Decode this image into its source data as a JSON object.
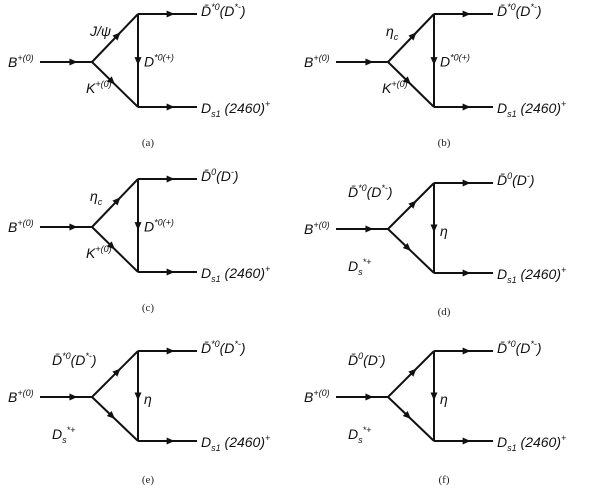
{
  "panels": [
    {
      "caption": "(a)",
      "left": "B^{+(0)}",
      "top_int": "J/ψ",
      "bot_int": "K^{+(0)}",
      "vertical": "D^{*0(+)}",
      "top_out": "D̄^{*0}(D^{*-})",
      "bot_out": "D_{s1} (2460)^{+}"
    },
    {
      "caption": "(b)",
      "left": "B^{+(0)}",
      "top_int": "η_{c}",
      "bot_int": "K^{+(0)}",
      "vertical": "D^{*0(+)}",
      "top_out": "D̄^{*0}(D^{*-})",
      "bot_out": "D_{s1} (2460)^{+}"
    },
    {
      "caption": "(c)",
      "left": "B^{+(0)}",
      "top_int": "η_{c}",
      "bot_int": "K^{+(0)}",
      "vertical": "D^{*0(+)}",
      "top_out": "D̄^{0}(D^{-})",
      "bot_out": "D_{s1} (2460)^{+}"
    },
    {
      "caption": "(d)",
      "left": "B^{+(0)}",
      "top_int": "D̄^{*0}(D^{*-})",
      "bot_int": "D_{s}^{*+}",
      "vertical": "η",
      "top_out": "D̄^{0}(D^{-})",
      "bot_out": "D_{s1} (2460)^{+}"
    },
    {
      "caption": "(e)",
      "left": "B^{+(0)}",
      "top_int": "D̄^{*0}(D^{*-})",
      "bot_int": "D_{s}^{*+}",
      "vertical": "η",
      "top_out": "D̄^{*0}(D^{*-})",
      "bot_out": "D_{s1} (2460)^{+}"
    },
    {
      "caption": "(f)",
      "left": "B^{+(0)}",
      "top_int": "D̄^{0}(D^{-})",
      "bot_int": "D_{s}^{*+}",
      "vertical": "η",
      "top_out": "D̄^{*0}(D^{*-})",
      "bot_out": "D_{s1} (2460)^{+}"
    }
  ]
}
